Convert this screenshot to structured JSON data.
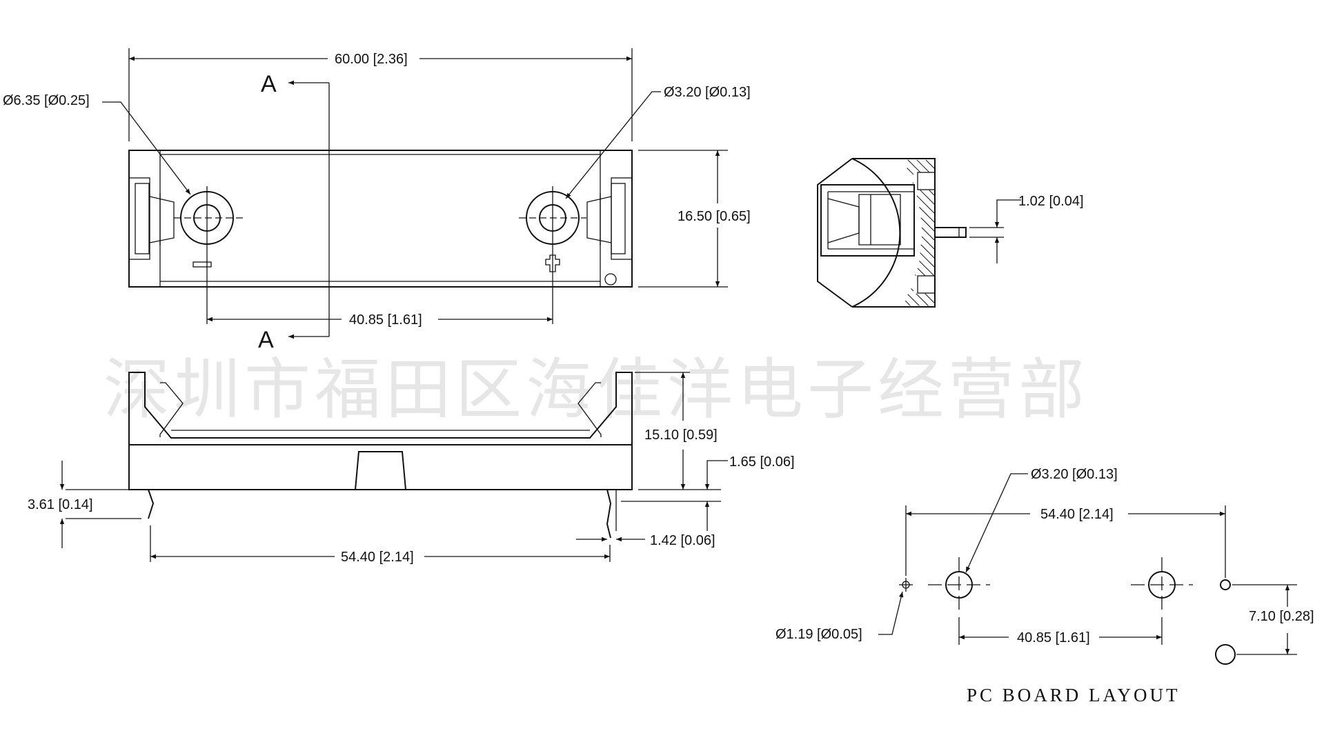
{
  "watermark": "深圳市福田区海佳洋电子经营部",
  "section_marker": "A",
  "top_view": {
    "overall_width": "60.00 [2.36]",
    "large_hole": "Ø6.35 [Ø0.25]",
    "small_hole": "Ø3.20 [Ø0.13]",
    "height": "16.50 [0.65]",
    "hole_spacing": "40.85 [1.61]",
    "neg_symbol": "−",
    "pos_symbol": "+"
  },
  "side_view": {
    "pin_width": "1.02 [0.04]"
  },
  "front_view": {
    "total_height": "15.10 [0.59]",
    "base_thickness": "1.65 [0.06]",
    "pin_length": "3.61 [0.14]",
    "pin_thickness": "1.42 [0.06]",
    "pin_span": "54.40 [2.14]"
  },
  "pcb_layout": {
    "title": "PC BOARD LAYOUT",
    "pad_hole": "Ø3.20 [Ø0.13]",
    "span": "54.40 [2.14]",
    "small_hole": "Ø1.19 [Ø0.05]",
    "spacing": "40.85 [1.61]",
    "offset": "7.10 [0.28]"
  }
}
